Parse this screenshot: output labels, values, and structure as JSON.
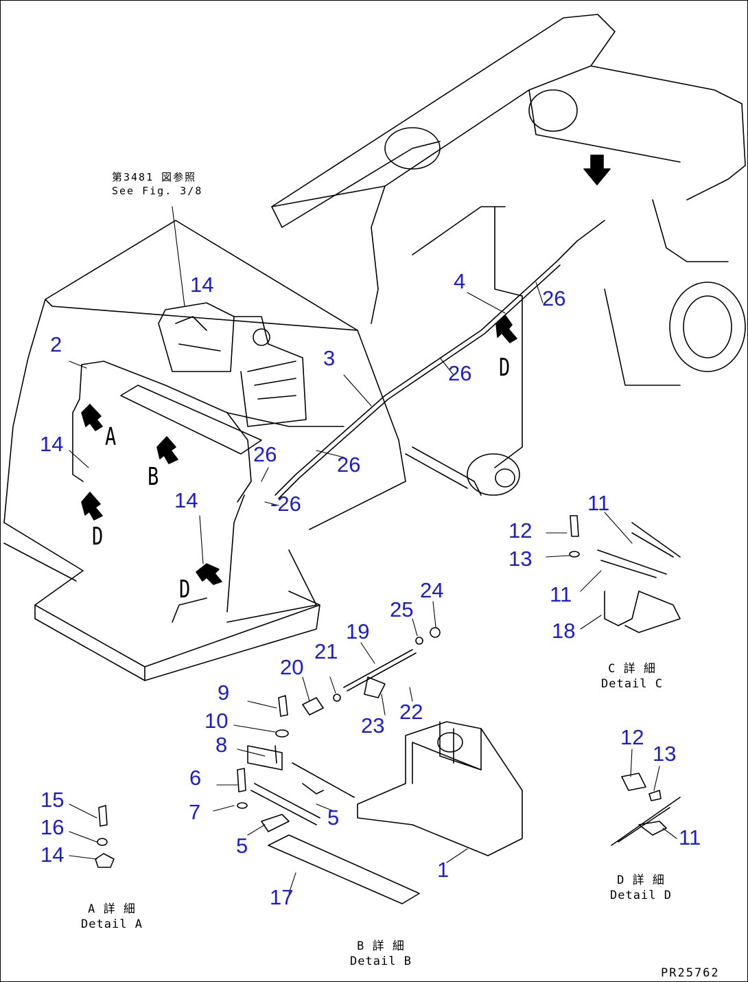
{
  "reference": {
    "line1": "第3481 図参照",
    "line2": "See Fig. 3/8"
  },
  "callouts": {
    "c14_top": "14",
    "c2": "2",
    "c3": "3",
    "c4": "4",
    "c26_a": "26",
    "c26_b": "26",
    "c26_c": "26",
    "c26_d": "26",
    "c26_e": "-26",
    "c14_left": "14",
    "c14_mid": "14",
    "c11_top": "11",
    "c12_top": "12",
    "c13_top": "13",
    "c11_mid": "11",
    "c18": "18",
    "c24": "24",
    "c25": "25",
    "c19": "19",
    "c20": "20",
    "c21": "21",
    "c9": "9",
    "c10": "10",
    "c8": "8",
    "c22": "22",
    "c23": "23",
    "c6": "6",
    "c7": "7",
    "c5_a": "5",
    "c5_b": "5",
    "c1": "1",
    "c17": "17",
    "c15": "15",
    "c16": "16",
    "c14_bottom": "14",
    "c12_bottom": "12",
    "c13_bottom": "13",
    "c11_bottom": "11"
  },
  "view_letters": {
    "a": "A",
    "b": "B",
    "d_left": "D",
    "d_mid": "D",
    "d_right": "D"
  },
  "details": {
    "c": {
      "jp": "C 詳 細",
      "en": "Detail C"
    },
    "d": {
      "jp": "D 詳 細",
      "en": "Detail D"
    },
    "a": {
      "jp": "A 詳 細",
      "en": "Detail A"
    },
    "b": {
      "jp": "B 詳 細",
      "en": "Detail B"
    }
  },
  "drawing_code": "PR25762",
  "colors": {
    "callout": "#1a1adc",
    "line": "#000000"
  }
}
